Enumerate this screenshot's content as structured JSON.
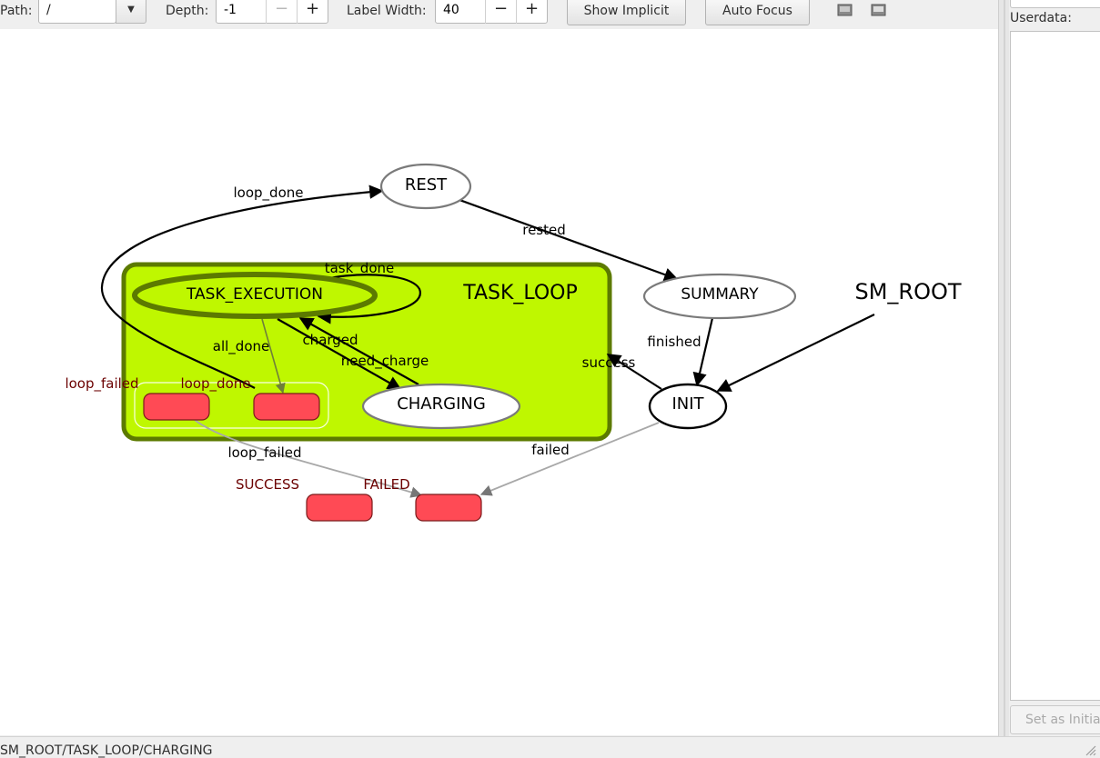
{
  "toolbar": {
    "path_label": "Path:",
    "path_value": "/",
    "depth_label": "Depth:",
    "depth_value": "-1",
    "label_width_label": "Label Width:",
    "label_width_value": "40",
    "minus": "−",
    "plus": "+",
    "show_implicit": "Show Implicit",
    "auto_focus": "Auto Focus",
    "icons": [
      "save-image-icon",
      "save-dot-icon"
    ]
  },
  "graph": {
    "root_label": "SM_ROOT",
    "container": {
      "label": "TASK_LOOP",
      "fill": "#bff700",
      "border": "#5c7a00"
    },
    "states": {
      "rest": "REST",
      "summary": "SUMMARY",
      "task_execution": "TASK_EXECUTION",
      "charging": "CHARGING",
      "init": "INIT"
    },
    "outcomes": {
      "loop_failed": "loop_failed",
      "loop_done": "loop_done",
      "success": "SUCCESS",
      "failed": "FAILED",
      "color": "#ff4a55"
    },
    "edges": {
      "loop_done": "loop_done",
      "rested": "rested",
      "task_done": "task_done",
      "charged": "charged",
      "need_charge": "need_charge",
      "all_done": "all_done",
      "finished": "finished",
      "success": "success",
      "failed": "failed",
      "loop_failed": "loop_failed"
    }
  },
  "side": {
    "userdata_label": "Userdata:",
    "set_initial_button": "Set as Initia"
  },
  "status": {
    "text": "SM_ROOT/TASK_LOOP/CHARGING"
  }
}
